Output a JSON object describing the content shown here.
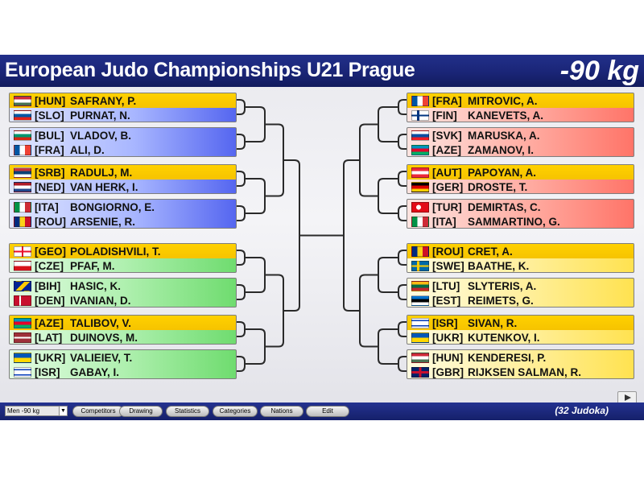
{
  "header": {
    "title": "European Judo Championships U21 Prague",
    "weight": "-90 kg"
  },
  "pool_colors": {
    "top_row": "#f6c300",
    "pool_a": "#5566f0",
    "pool_b": "#ff7468",
    "pool_c": "#6fdc6f",
    "pool_d": "#ffe250"
  },
  "left": [
    {
      "pool": "blue",
      "a": {
        "code": "[HUN]",
        "name": "SAFRANY, P.",
        "flag": "hun"
      },
      "b": {
        "code": "[SLO]",
        "name": "PURNAT, N.",
        "flag": "slo"
      }
    },
    {
      "pool": "blue",
      "a": {
        "code": "[BUL]",
        "name": "VLADOV, B.",
        "flag": "bul"
      },
      "b": {
        "code": "[FRA]",
        "name": "ALI, D.",
        "flag": "fra"
      }
    },
    {
      "pool": "blue",
      "a": {
        "code": "[SRB]",
        "name": "RADULJ, M.",
        "flag": "srb"
      },
      "b": {
        "code": "[NED]",
        "name": "VAN HERK, I.",
        "flag": "ned"
      }
    },
    {
      "pool": "blue",
      "a": {
        "code": "[ITA]",
        "name": "BONGIORNO, E.",
        "flag": "ita"
      },
      "b": {
        "code": "[ROU]",
        "name": "ARSENIE, R.",
        "flag": "rou"
      }
    },
    {
      "pool": "green",
      "a": {
        "code": "[GEO]",
        "name": "POLADISHVILI, T.",
        "flag": "geo"
      },
      "b": {
        "code": "[CZE]",
        "name": "PFAF, M.",
        "flag": "cze"
      }
    },
    {
      "pool": "green",
      "a": {
        "code": "[BIH]",
        "name": "HASIC, K.",
        "flag": "bih"
      },
      "b": {
        "code": "[DEN]",
        "name": "IVANIAN, D.",
        "flag": "den"
      }
    },
    {
      "pool": "green",
      "a": {
        "code": "[AZE]",
        "name": "TALIBOV, V.",
        "flag": "aze"
      },
      "b": {
        "code": "[LAT]",
        "name": "DUINOVS, M.",
        "flag": "lat"
      }
    },
    {
      "pool": "green",
      "a": {
        "code": "[UKR]",
        "name": "VALIEIEV, T.",
        "flag": "ukr"
      },
      "b": {
        "code": "[ISR]",
        "name": "GABAY, I.",
        "flag": "isr"
      }
    }
  ],
  "right": [
    {
      "pool": "red",
      "a": {
        "code": "[FRA]",
        "name": "MITROVIC, A.",
        "flag": "fra"
      },
      "b": {
        "code": "[FIN]",
        "name": "KANEVETS, A.",
        "flag": "fin"
      }
    },
    {
      "pool": "red",
      "a": {
        "code": "[SVK]",
        "name": "MARUSKA, A.",
        "flag": "svk"
      },
      "b": {
        "code": "[AZE]",
        "name": "ZAMANOV, I.",
        "flag": "aze"
      }
    },
    {
      "pool": "red",
      "a": {
        "code": "[AUT]",
        "name": "PAPOYAN, A.",
        "flag": "aut"
      },
      "b": {
        "code": "[GER]",
        "name": "DROSTE, T.",
        "flag": "ger"
      }
    },
    {
      "pool": "red",
      "a": {
        "code": "[TUR]",
        "name": "DEMIRTAS, C.",
        "flag": "tur"
      },
      "b": {
        "code": "[ITA]",
        "name": "SAMMARTINO, G.",
        "flag": "ita"
      }
    },
    {
      "pool": "yellow",
      "a": {
        "code": "[ROU]",
        "name": "CRET, A.",
        "flag": "rou"
      },
      "b": {
        "code": "[SWE]",
        "name": "BAATHE, K.",
        "flag": "swe"
      }
    },
    {
      "pool": "yellow",
      "a": {
        "code": "[LTU]",
        "name": "SLYTERIS, A.",
        "flag": "ltu"
      },
      "b": {
        "code": "[EST]",
        "name": "REIMETS, G.",
        "flag": "est"
      }
    },
    {
      "pool": "yellow",
      "a": {
        "code": "[ISR]",
        "name": "SIVAN, R.",
        "flag": "isr"
      },
      "b": {
        "code": "[UKR]",
        "name": "KUTENKOV, I.",
        "flag": "ukr"
      }
    },
    {
      "pool": "yellow",
      "a": {
        "code": "[HUN]",
        "name": "KENDERESI, P.",
        "flag": "hun"
      },
      "b": {
        "code": "[GBR]",
        "name": "RIJKSEN SALMAN, R.",
        "flag": "gbr"
      }
    }
  ],
  "footer": {
    "category_select": "Men -90 kg",
    "buttons": [
      "Competitors",
      "Drawing",
      "Statistics",
      "Categories",
      "Nations",
      "Edit"
    ],
    "count": "(32 Judoka)"
  }
}
